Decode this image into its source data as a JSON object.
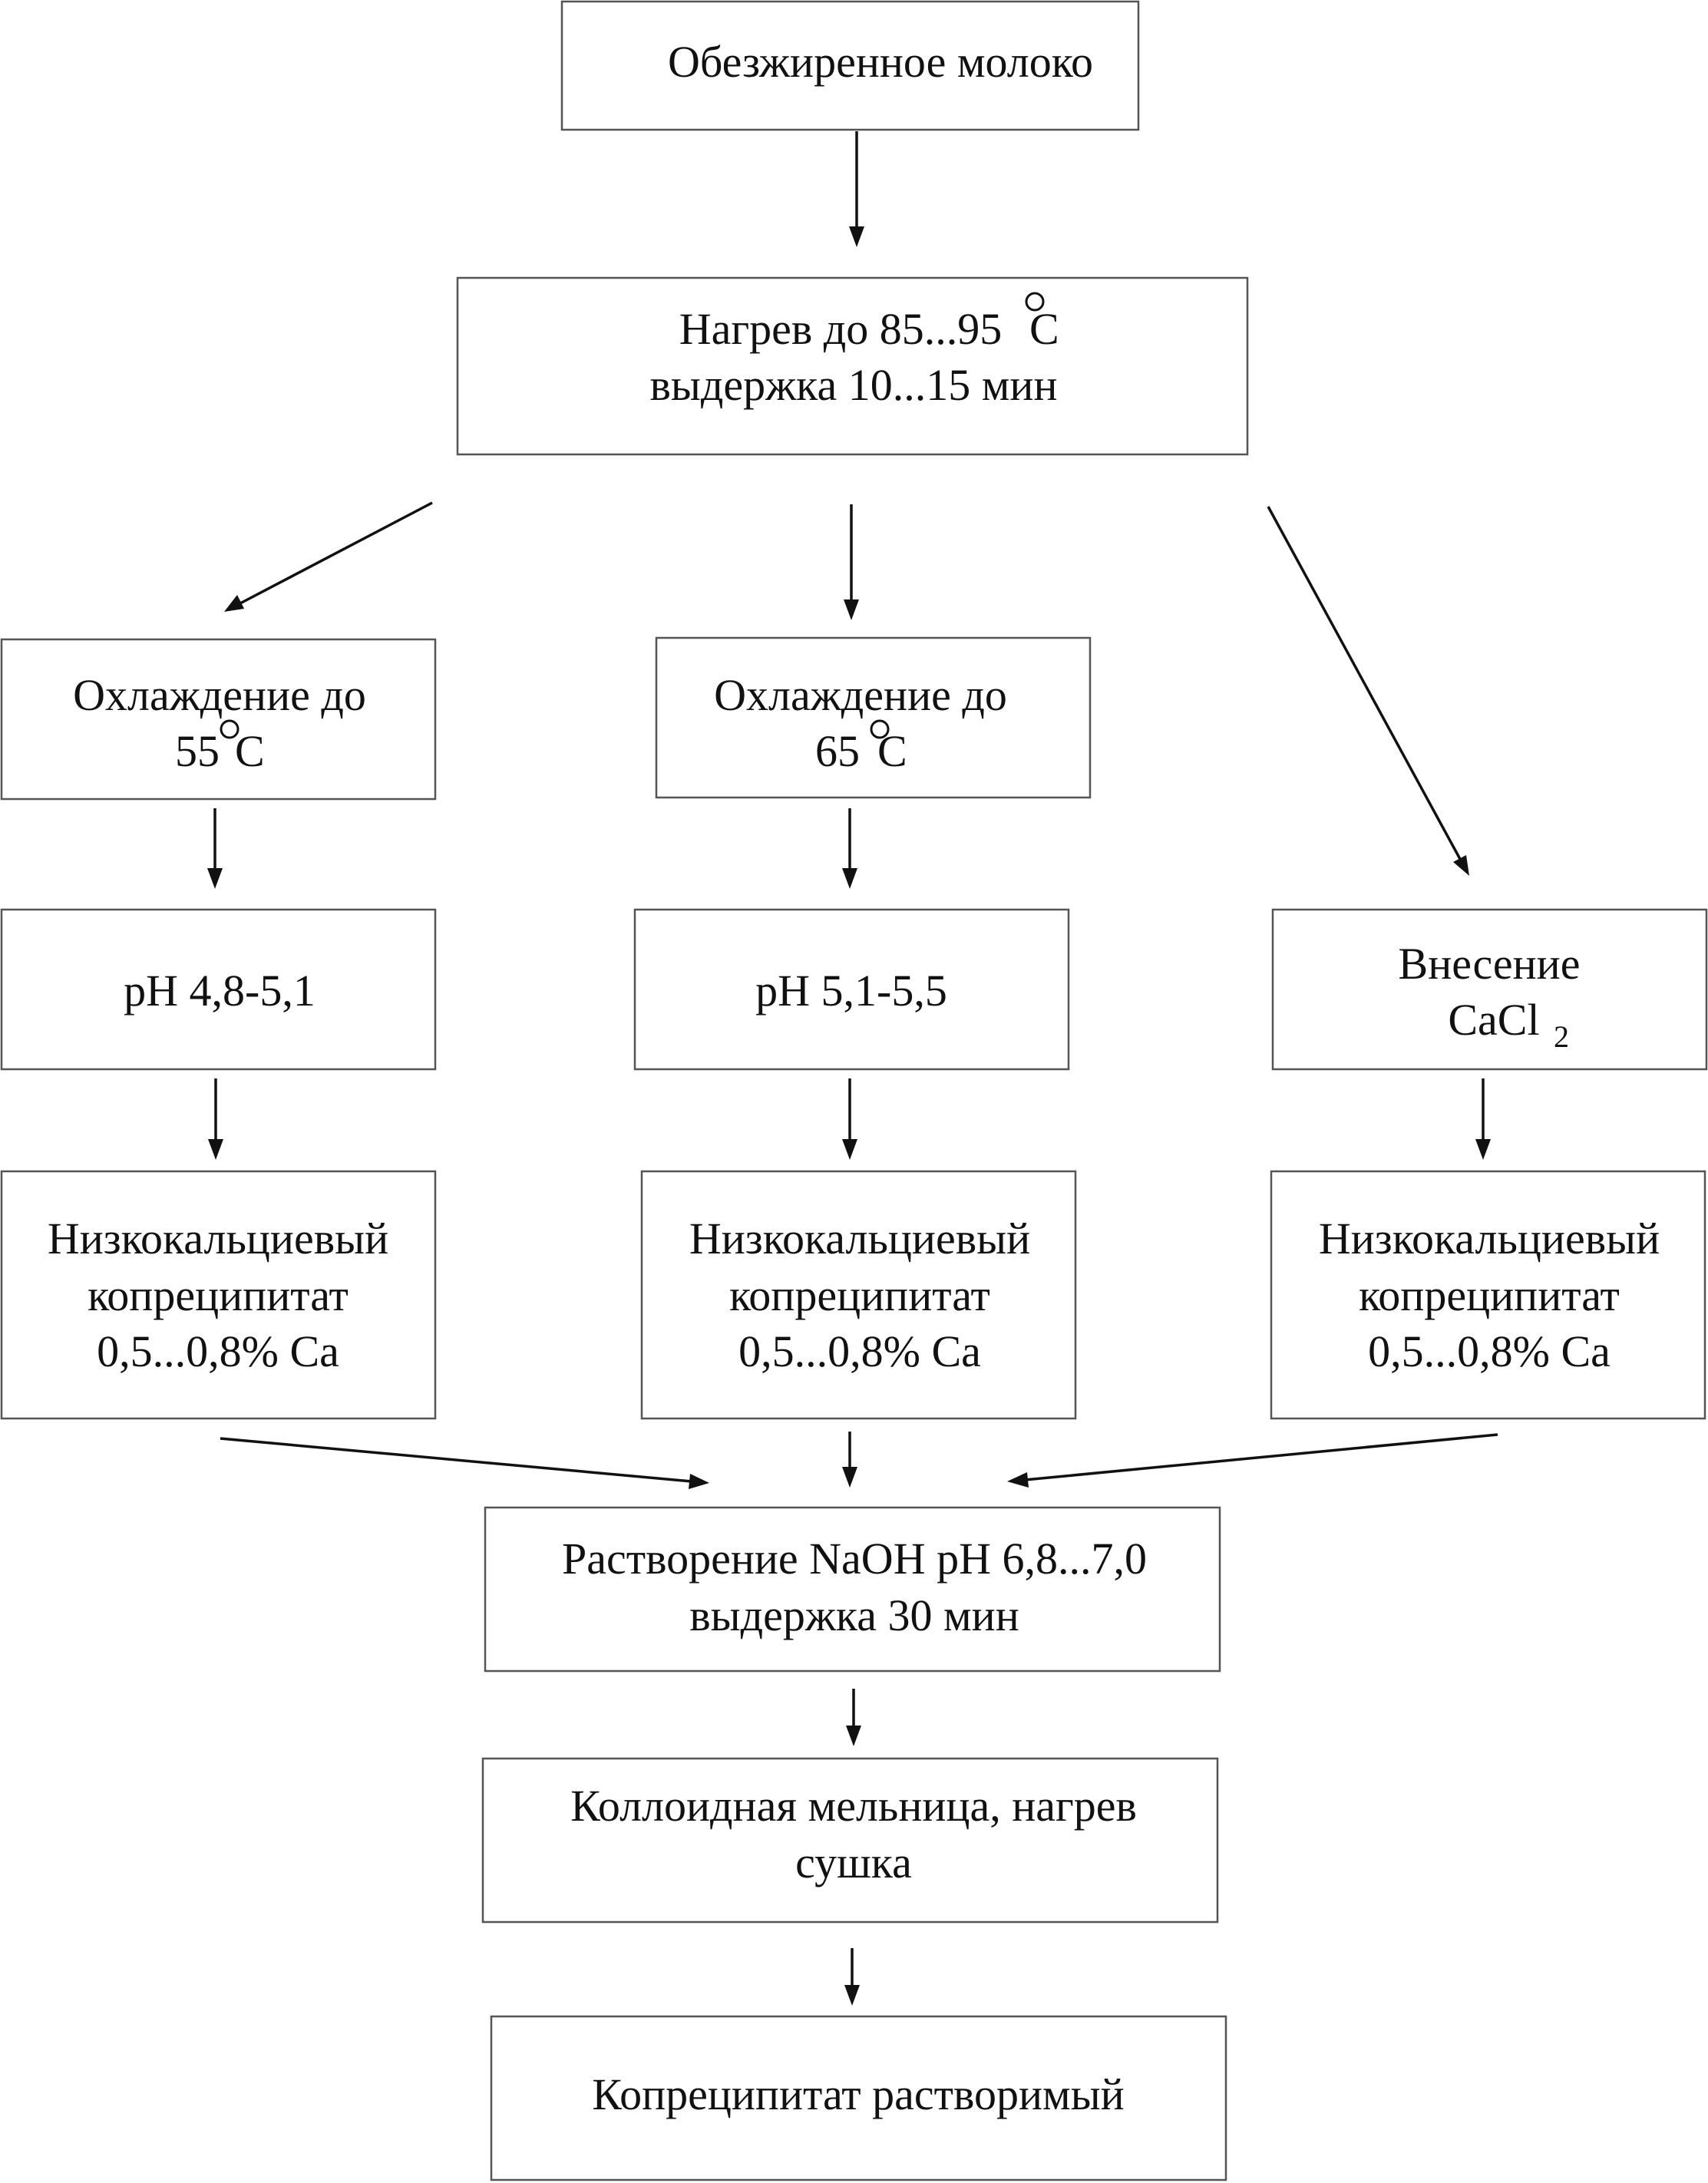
{
  "nodes": {
    "skim_milk": {
      "lines": [
        "Обезжиренное молоко"
      ]
    },
    "heating": {
      "lines": [
        "Нагрев до 85...95",
        "выдержка 10...15 мин"
      ],
      "deg_unit": "С"
    },
    "cool55": {
      "lines": [
        "Охлаждение до",
        "55"
      ],
      "deg_unit": "С"
    },
    "cool65": {
      "lines": [
        "Охлаждение до",
        "65"
      ],
      "deg_unit": "С"
    },
    "ph_left": {
      "lines": [
        "pH 4,8-5,1"
      ]
    },
    "ph_mid": {
      "lines": [
        "pH 5,1-5,5"
      ]
    },
    "cacl2": {
      "lines": [
        "Внесение",
        "CaCl"
      ],
      "subscript": "2"
    },
    "lowca_left": {
      "lines": [
        "Низкокальциевый",
        "копреципитат",
        "0,5...0,8% Ca"
      ]
    },
    "lowca_mid": {
      "lines": [
        "Низкокальциевый",
        "копреципитат",
        "0,5...0,8% Ca"
      ]
    },
    "lowca_right": {
      "lines": [
        "Низкокальциевый",
        "копреципитат",
        "0,5...0,8% Ca"
      ]
    },
    "dissolve": {
      "lines": [
        "Растворение NaOH pH 6,8...7,0",
        "выдержка 30 мин"
      ]
    },
    "mill": {
      "lines": [
        "Коллоидная мельница, нагрев",
        "сушка"
      ]
    },
    "soluble": {
      "lines": [
        "Копреципитат растворимый"
      ]
    }
  },
  "edges": [
    [
      "skim_milk",
      "heating"
    ],
    [
      "heating",
      "cool55"
    ],
    [
      "heating",
      "cool65"
    ],
    [
      "heating",
      "cacl2"
    ],
    [
      "cool55",
      "ph_left"
    ],
    [
      "cool65",
      "ph_mid"
    ],
    [
      "ph_left",
      "lowca_left"
    ],
    [
      "ph_mid",
      "lowca_mid"
    ],
    [
      "cacl2",
      "lowca_right"
    ],
    [
      "lowca_left",
      "dissolve"
    ],
    [
      "lowca_mid",
      "dissolve"
    ],
    [
      "lowca_right",
      "dissolve"
    ],
    [
      "dissolve",
      "mill"
    ],
    [
      "mill",
      "soluble"
    ]
  ]
}
